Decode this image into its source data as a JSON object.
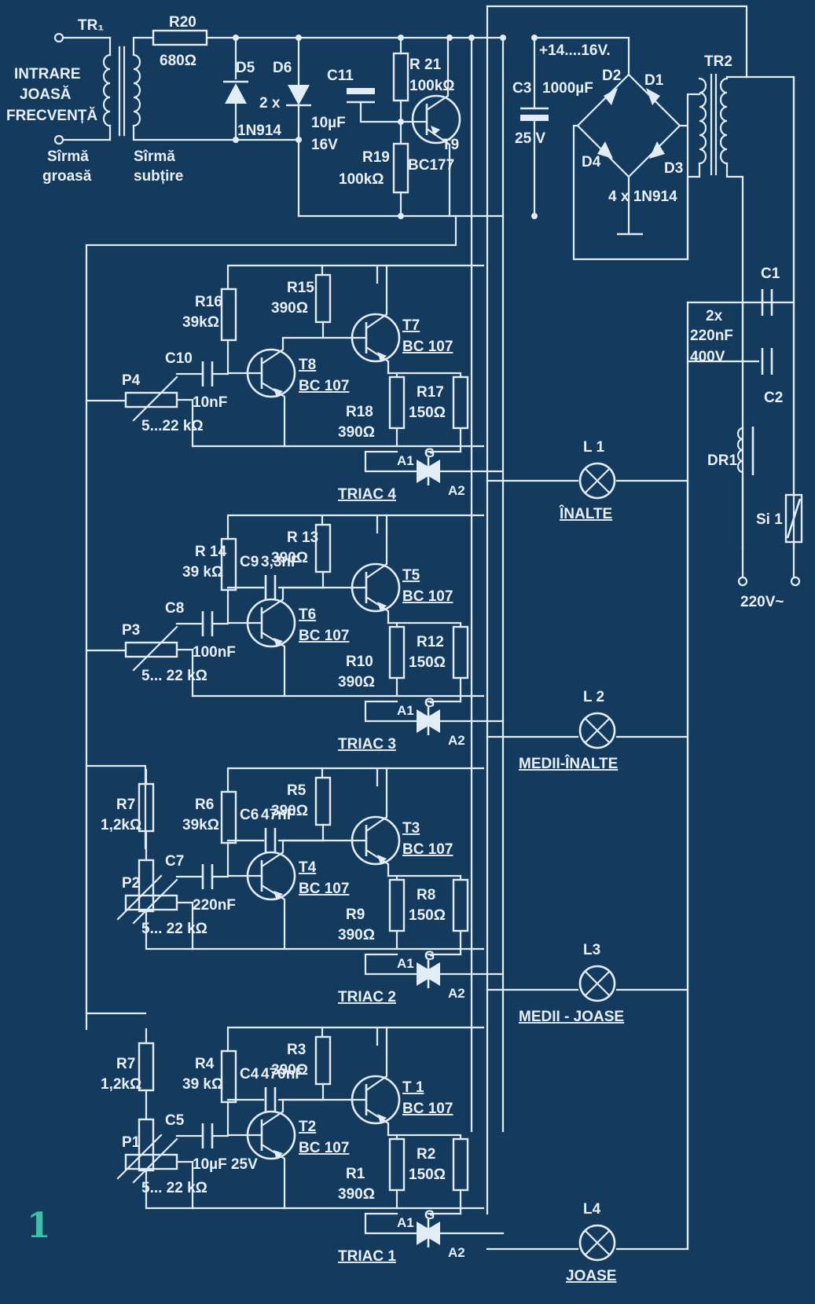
{
  "figure_number": "1",
  "input": {
    "title_lines": [
      "INTRARE",
      "JOASĂ",
      "FRECVENȚĂ"
    ],
    "transformer": "TR₁",
    "thick_wire_lines": [
      "Sîrmă",
      "groasă"
    ],
    "thin_wire_lines": [
      "Sîrmă",
      "subțire"
    ],
    "r20_name": "R20",
    "r20_value": "680Ω",
    "d5_name": "D5",
    "d6_name": "D6",
    "diodes_count": "2 x",
    "diodes_type": "1N914",
    "c11_name": "C11",
    "c11_value": "10µF",
    "c11_voltage": "16V",
    "r21_name": "R 21",
    "r21_value": "100kΩ",
    "r19_name": "R19",
    "r19_value": "100kΩ",
    "t9_name": "T9",
    "t9_type": "BC177"
  },
  "supply": {
    "voltage": "+14....16V.",
    "c3_name": "C3",
    "c3_value": "1000µF",
    "c3_voltage": "25 V",
    "d1": "D1",
    "d2": "D2",
    "d3": "D3",
    "d4": "D4",
    "bridge_type": "4 x 1N914",
    "tr2": "TR2",
    "caps_count": "2x",
    "caps_value": "220nF",
    "caps_voltage": "400V",
    "c1": "C1",
    "c2": "C2",
    "dr1": "DR1",
    "fuse": "Si 1",
    "mains": "220V~"
  },
  "channels": [
    {
      "r_bias_name": "R16",
      "r_bias_value": "39kΩ",
      "r_col_name": "R15",
      "r_col_value": "390Ω",
      "t_out_name": "T7",
      "t_out_type": "BC 107",
      "t_in_name": "T8",
      "t_in_type": "BC 107",
      "c_fb_name": "",
      "c_fb_value": "",
      "c_in_name": "C10",
      "c_in_value": "10nF",
      "pot_name": "P4",
      "pot_value": "5...22 kΩ",
      "r7_name": "",
      "r7_value": "",
      "r_em_name": "R18",
      "r_em_value": "390Ω",
      "r_gate_name": "R17",
      "r_gate_value": "150Ω",
      "triac": "TRIAC 4",
      "lamp": "L 1",
      "band": "ÎNALTE"
    },
    {
      "r_bias_name": "R 14",
      "r_bias_value": "39 kΩ",
      "r_col_name": "R 13",
      "r_col_value": "390Ω",
      "t_out_name": "T5",
      "t_out_type": "BC 107",
      "t_in_name": "T6",
      "t_in_type": "BC 107",
      "c_fb_name": "C9",
      "c_fb_value": "3,3nF",
      "c_in_name": "C8",
      "c_in_value": "100nF",
      "pot_name": "P3",
      "pot_value": "5... 22 kΩ",
      "r7_name": "",
      "r7_value": "",
      "r_em_name": "R10",
      "r_em_value": "390Ω",
      "r_gate_name": "R12",
      "r_gate_value": "150Ω",
      "triac": "TRIAC 3",
      "lamp": "L 2",
      "band": "MEDII-ÎNALTE"
    },
    {
      "r_bias_name": "R6",
      "r_bias_value": "39kΩ",
      "r_col_name": "R5",
      "r_col_value": "390Ω",
      "t_out_name": "T3",
      "t_out_type": "BC 107",
      "t_in_name": "T4",
      "t_in_type": "BC 107",
      "c_fb_name": "C6",
      "c_fb_value": "47nF",
      "c_in_name": "C7",
      "c_in_value": "220nF",
      "pot_name": "P2",
      "pot_value": "5... 22 kΩ",
      "r7_name": "R7",
      "r7_value": "1,2kΩ",
      "r_em_name": "R9",
      "r_em_value": "390Ω",
      "r_gate_name": "R8",
      "r_gate_value": "150Ω",
      "triac": "TRIAC 2",
      "lamp": "L3",
      "band": "MEDII - JOASE"
    },
    {
      "r_bias_name": "R4",
      "r_bias_value": "39 kΩ",
      "r_col_name": "R3",
      "r_col_value": "390Ω",
      "t_out_name": "T 1",
      "t_out_type": "BC 107",
      "t_in_name": "T2",
      "t_in_type": "BC 107",
      "c_fb_name": "C4",
      "c_fb_value": "470nF",
      "c_in_name": "C5",
      "c_in_value": "10µF 25V",
      "pot_name": "P1",
      "pot_value": "5... 22 kΩ",
      "r7_name": "R7",
      "r7_value": "1,2kΩ",
      "r_em_name": "R1",
      "r_em_value": "390Ω",
      "r_gate_name": "R2",
      "r_gate_value": "150Ω",
      "triac": "TRIAC 1",
      "lamp": "L4",
      "band": "JOASE"
    }
  ],
  "triac_pins": {
    "a1": "A1",
    "a2": "A2",
    "g": "G"
  },
  "colors": {
    "background": "#143a5e",
    "ink": "#e2ecf4",
    "figure_number": "#3dbfa8"
  }
}
